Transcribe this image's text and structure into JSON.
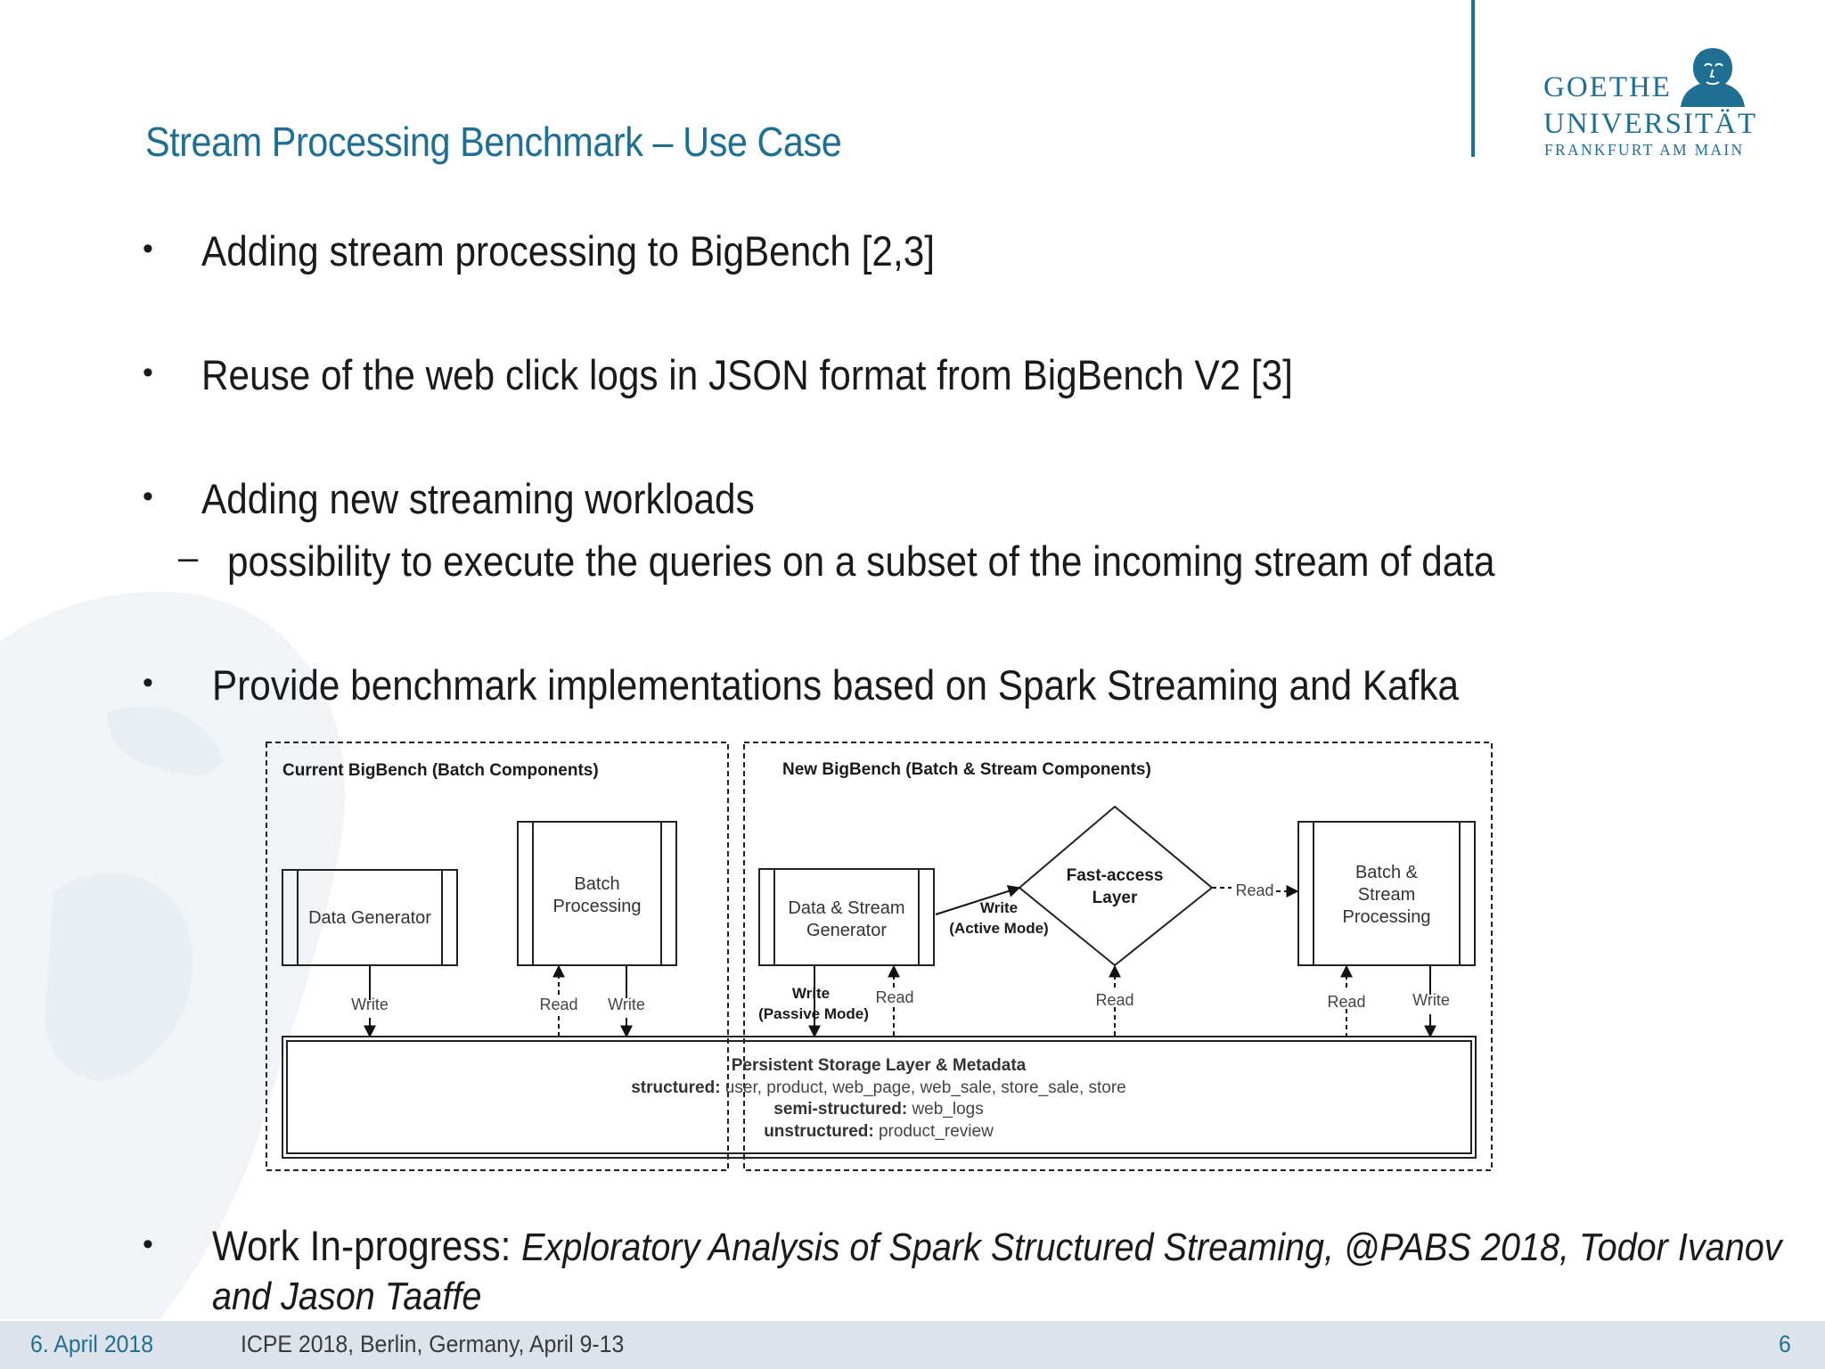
{
  "title": "Stream Processing Benchmark – Use Case",
  "logo": {
    "line1": "GOETHE",
    "line2": "UNIVERSITÄT",
    "line3": "FRANKFURT AM MAIN",
    "portrait_icon": "goethe-portrait-icon"
  },
  "bullets": [
    {
      "text": "Adding stream processing to BigBench [2,3]"
    },
    {
      "text": "Reuse of the web click logs in JSON format from BigBench V2 [3]"
    },
    {
      "text": "Adding new streaming workloads",
      "sub": "possibility to execute the queries on a subset of the incoming stream of data"
    },
    {
      "text": "Provide benchmark implementations based on Spark Streaming and Kafka"
    },
    {
      "text_prefix": "Work In-progress: ",
      "text_italic_line1": "Exploratory Analysis of Spark Structured Streaming, @PABS 2018, Todor Ivanov",
      "text_italic_line2": "and Jason Taaffe"
    }
  ],
  "diagram": {
    "left_panel_title": "Current BigBench (Batch Components)",
    "right_panel_title": "New BigBench (Batch & Stream Components)",
    "boxes": {
      "data_generator": "Data Generator",
      "batch_processing": [
        "Batch",
        "Processing"
      ],
      "data_stream_generator": [
        "Data & Stream",
        "Generator"
      ],
      "fast_access_layer": [
        "Fast-access",
        "Layer"
      ],
      "batch_stream_processing": [
        "Batch &",
        "Stream",
        "Processing"
      ]
    },
    "arrow_labels": {
      "dg_write": "Write",
      "bp_read": "Read",
      "bp_write": "Write",
      "dsg_write": "Write",
      "dsg_write_mode": "(Passive Mode)",
      "dsg_read": "Read",
      "active_write": "Write",
      "active_write_mode": "(Active Mode)",
      "fal_read": "Read",
      "fal_to_bsp_read": "Read",
      "bsp_read": "Read",
      "bsp_write": "Write"
    },
    "storage": {
      "title": "Persistent Storage Layer & Metadata",
      "lines": [
        {
          "label": "structured:",
          "value": " user, product, web_page,  web_sale,  store_sale, store"
        },
        {
          "label": "semi-structured:",
          "value": " web_logs"
        },
        {
          "label": "unstructured:",
          "value": " product_review"
        }
      ]
    }
  },
  "footer": {
    "date": "6. April 2018",
    "conference": "ICPE 2018, Berlin, Germany, April 9-13",
    "page": "6"
  },
  "colors": {
    "accent": "#1f6f93",
    "footer_bg": "#dde3ea"
  }
}
